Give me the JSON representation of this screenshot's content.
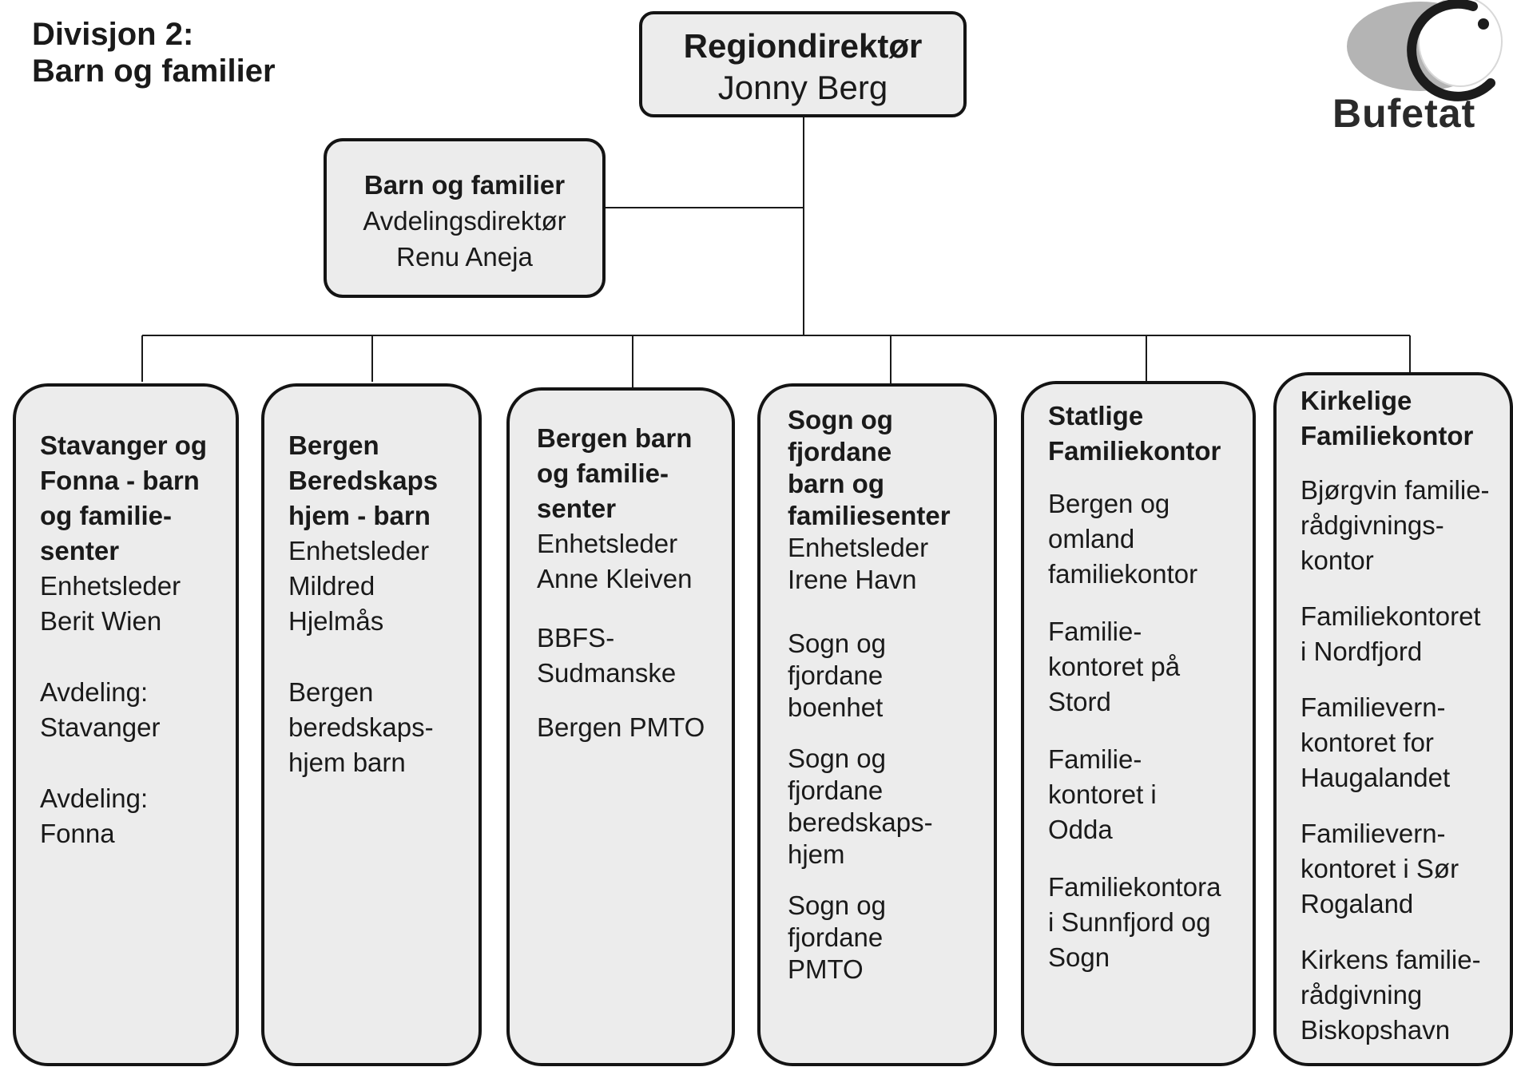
{
  "page_title": [
    "Divisjon 2:",
    "Barn og familier"
  ],
  "logo_text": "Bufetat",
  "region": {
    "role": "Regiondirektør",
    "name": "Jonny Berg"
  },
  "department": {
    "title": "Barn og familier",
    "role": "Avdelingsdirektør",
    "name": "Renu Aneja"
  },
  "units": [
    {
      "title": [
        "Stavanger og",
        "Fonna - barn",
        "og familie-",
        "senter"
      ],
      "leader": [
        "Enhetsleder",
        "Berit Wien"
      ],
      "entries": [
        [
          "Avdeling:",
          "Stavanger"
        ],
        [
          "Avdeling:",
          "Fonna"
        ]
      ]
    },
    {
      "title": [
        "Bergen",
        "Beredskaps",
        "hjem - barn"
      ],
      "leader": [
        "Enhetsleder",
        "Mildred",
        "Hjelmås"
      ],
      "entries": [
        [
          "Bergen",
          "beredskaps-",
          "hjem barn"
        ]
      ]
    },
    {
      "title": [
        "Bergen barn",
        "og familie-",
        "senter"
      ],
      "leader": [
        "Enhetsleder",
        "Anne Kleiven"
      ],
      "entries": [
        [
          "BBFS-",
          "Sudmanske"
        ],
        [
          "Bergen PMTO"
        ]
      ]
    },
    {
      "title": [
        "Sogn og",
        "fjordane",
        "barn og",
        "familiesenter"
      ],
      "leader": [
        "Enhetsleder",
        "Irene Havn"
      ],
      "entries": [
        [
          "Sogn og",
          "fjordane",
          "boenhet"
        ],
        [
          "Sogn og",
          "fjordane",
          "beredskaps-",
          "hjem"
        ],
        [
          "Sogn og",
          "fjordane",
          "PMTO"
        ]
      ]
    },
    {
      "title": [
        "Statlige",
        "Familiekontor"
      ],
      "leader": [],
      "entries": [
        [
          "Bergen og",
          "omland",
          "familiekontor"
        ],
        [
          "Familie-",
          "kontoret på",
          "Stord"
        ],
        [
          "Familie-",
          "kontoret i",
          "Odda"
        ],
        [
          "Familiekontora",
          "i Sunnfjord og",
          "Sogn"
        ]
      ]
    },
    {
      "title": [
        "Kirkelige",
        "Familiekontor"
      ],
      "leader": [],
      "entries": [
        [
          "Bjørgvin familie-",
          "rådgivnings-",
          "kontor"
        ],
        [
          "Familiekontoret",
          "i Nordfjord"
        ],
        [
          "Familievern-",
          "kontoret for",
          "Haugalandet"
        ],
        [
          "Familievern-",
          "kontoret i Sør",
          "Rogaland"
        ],
        [
          "Kirkens familie-",
          "rådgivning",
          "Biskopshavn"
        ]
      ]
    }
  ]
}
